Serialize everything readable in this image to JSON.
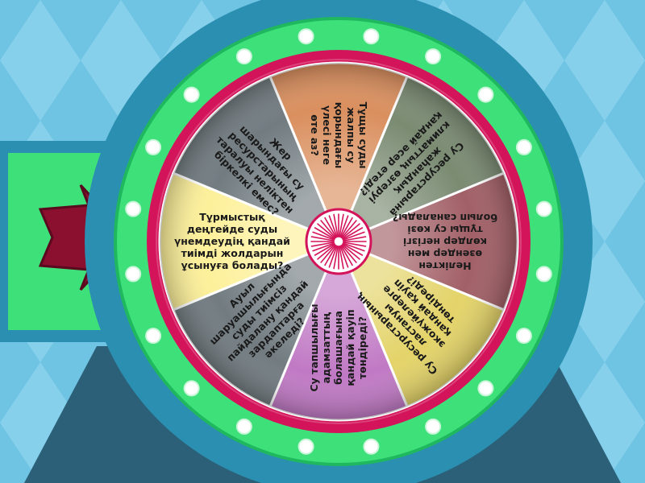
{
  "wheel": {
    "selected_index": 0,
    "segments": [
      {
        "label_lines": [
          "Тұрмыстық",
          "деңгейде суды",
          "үнемдеудің қандай",
          "тиімді жолдарын",
          "ұсынуға болады?"
        ],
        "color": "#fdf09a"
      },
      {
        "label_lines": [
          "Жер",
          "шарындағы су",
          "ресурстарының",
          "таралуы неліктен",
          "біркелкі емес?"
        ],
        "color": "#717b80"
      },
      {
        "label_lines": [
          "Тұщы суды",
          "жалпы су",
          "қорындағы",
          "үлесі неге",
          "өте аз?"
        ],
        "color": "#da8f5e"
      },
      {
        "label_lines": [
          "Су ресурстарына",
          "жаһандық",
          "климаттың өзгеруі",
          "қандай әсер етеді?"
        ],
        "color": "#7a8b72"
      },
      {
        "label_lines": [
          "Неліктен",
          "өзендер мен",
          "көлдер негізгі",
          "тұщы су көзі",
          "болып саналады?"
        ],
        "color": "#a15f66"
      },
      {
        "label_lines": [
          "Су ресурстарының",
          "ластануы",
          "экожүйелерге",
          "қандай қауіп",
          "төндіреді?"
        ],
        "color": "#e3d368"
      },
      {
        "label_lines": [
          "Су тапшылығы",
          "адамзаттың",
          "болашағына",
          "қандай қауіп",
          "төндіреді?"
        ],
        "color": "#c079c4"
      },
      {
        "label_lines": [
          "Ауыл",
          "шаруашылығында",
          "суды тиімсіз",
          "пайдалану қандай",
          "зардаптарға",
          "әкеледі?"
        ],
        "color": "#717b80"
      }
    ]
  },
  "theme": {
    "background": "#6fc3e3",
    "diamond": "#86d0ec",
    "stand": "#2c5f78",
    "outer_ring": "#2a8fb0",
    "green": "#3ee07a",
    "pink": "#d4145a",
    "pointer": "#8b0f2e"
  }
}
